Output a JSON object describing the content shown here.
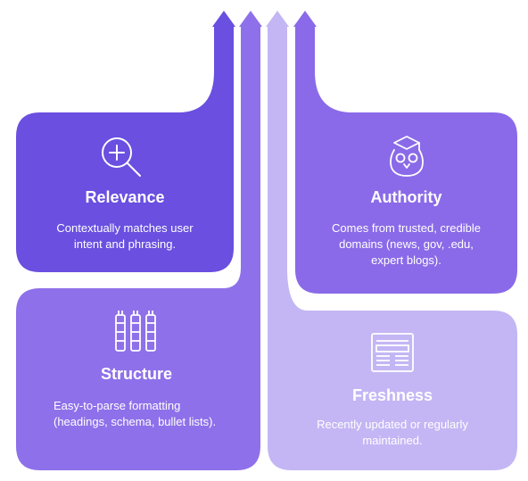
{
  "colors": {
    "relevance": "#6a4fe0",
    "authority": "#8a6ae8",
    "structure": "#8e70ea",
    "freshness": "#c4b6f4",
    "arrow_dark": "#6a4fe0",
    "arrow_mid": "#8e70ea",
    "arrow_light": "#c4b6f4",
    "text": "#ffffff"
  },
  "cards": {
    "relevance": {
      "title": "Relevance",
      "description": "Contextually matches user intent and phrasing.",
      "icon": "magnifier-plus-icon"
    },
    "authority": {
      "title": "Authority",
      "description": "Comes from trusted, credible domains (news, gov, .edu, expert blogs).",
      "icon": "owl-graduate-icon"
    },
    "structure": {
      "title": "Structure",
      "description": "Easy-to-parse formatting (headings, schema, bullet lists).",
      "icon": "books-icon"
    },
    "freshness": {
      "title": "Freshness",
      "description": "Recently updated or regularly maintained.",
      "icon": "newspaper-icon"
    }
  }
}
